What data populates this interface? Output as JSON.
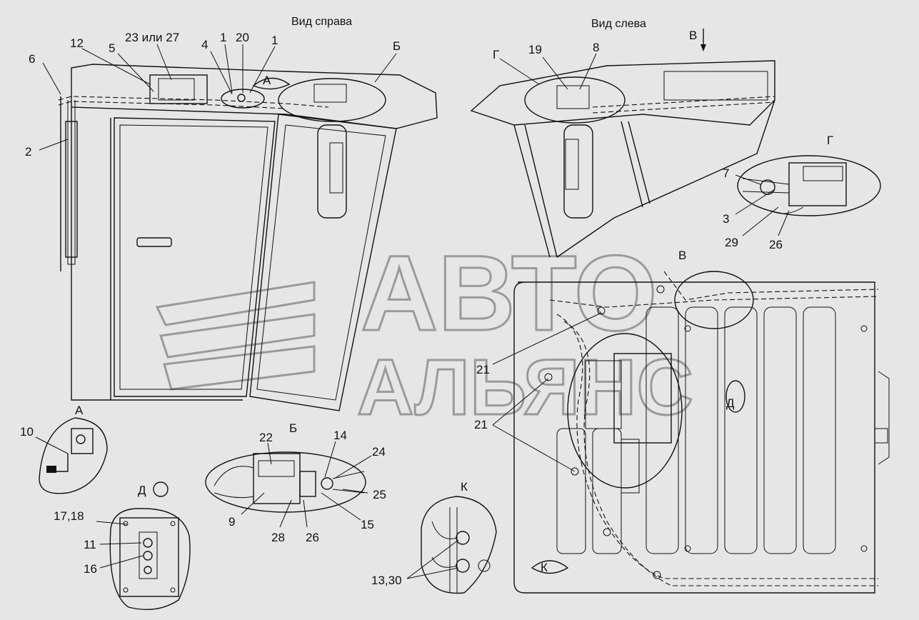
{
  "views": {
    "right": "Вид справа",
    "left": "Вид слева"
  },
  "watermark": {
    "line1": "АВТО",
    "line2": "АЛЬЯНС"
  },
  "labels": {
    "p6": "6",
    "p12": "12",
    "p5": "5",
    "p23_27": "23 или 27",
    "p4": "4",
    "p1a": "1",
    "p20": "20",
    "p1b": "1",
    "pA_arrow": "А",
    "pB_top": "Б",
    "p2": "2",
    "pG_top": "Г",
    "p19": "19",
    "p8": "8",
    "pV_top": "В",
    "pG_detail": "Г",
    "p7": "7",
    "p3": "3",
    "p29": "29",
    "p26_g": "26",
    "pV_frame": "В",
    "p21a": "21",
    "p21b": "21",
    "pD_frame": "Д",
    "pA_detail": "А",
    "p10": "10",
    "pD_small": "Д",
    "pB_detail": "Б",
    "p22": "22",
    "p14": "14",
    "p24": "24",
    "p25": "25",
    "p9": "9",
    "p28": "28",
    "p26_b": "26",
    "p15": "15",
    "p17_18": "17,18",
    "p11": "11",
    "p16": "16",
    "pK_detail": "К",
    "p13_30": "13,30",
    "pK_arrow": "К"
  }
}
